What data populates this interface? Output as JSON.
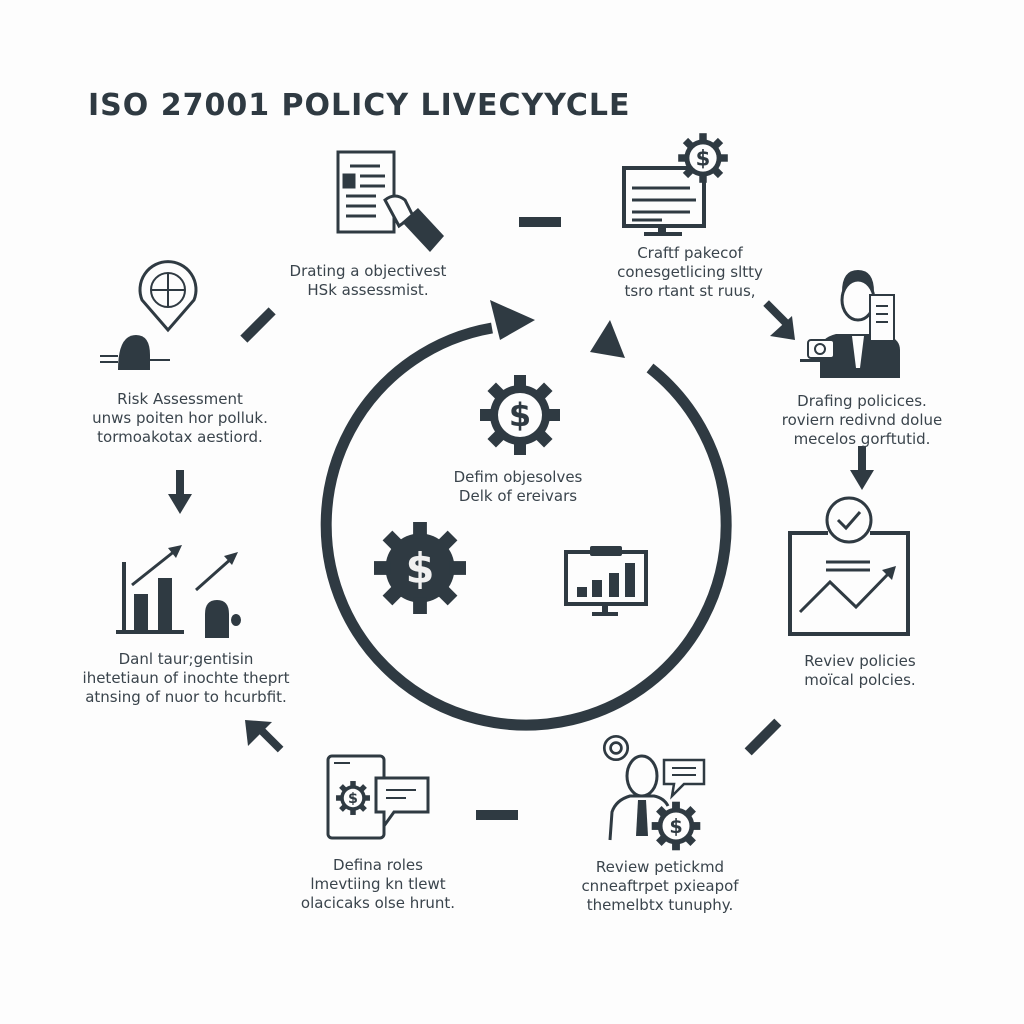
{
  "title": "ISO 27001 POLICY LIVECYYCLE",
  "colors": {
    "ink": "#2f3a42",
    "background": "#fdfdfd",
    "text": "#3a444c"
  },
  "center": {
    "label": [
      "Defim objesolves",
      "Delk of ereivars"
    ],
    "icons": [
      "dollar-gear-icon",
      "dollar-gear-solid-icon",
      "monitor-bar-chart-icon"
    ]
  },
  "steps": [
    {
      "id": "top-left",
      "icon": "document-hand-icon",
      "label": [
        "Drating a objectivest",
        "HSk assessmist."
      ]
    },
    {
      "id": "top-right",
      "icon": "monitor-dollar-gear-icon",
      "label": [
        "Craftf pakecof",
        "conesgetlicing sltty",
        "tsro rtant st ruus,"
      ]
    },
    {
      "id": "left-upper",
      "icon": "location-globe-person-icon",
      "label": [
        "Risk Assessment",
        "unws poiten hor polluk.",
        "tormoakotax aestiord."
      ]
    },
    {
      "id": "right-upper",
      "icon": "businessman-document-icon",
      "label": [
        "Drafing policices.",
        "roviern redivnd dolue",
        "mecelos gorftutid."
      ]
    },
    {
      "id": "left-lower",
      "icon": "bar-chart-growth-icon",
      "label": [
        "Danl taur;gentisin",
        "ihetetiaun of inochte theprt",
        "atnsing of nuor to hcurbfit."
      ]
    },
    {
      "id": "right-lower",
      "icon": "review-chart-check-icon",
      "label": [
        "Reviev policies",
        "moïcal polcies."
      ]
    },
    {
      "id": "bottom-left",
      "icon": "tablet-dollar-chat-icon",
      "label": [
        "Defina roles",
        "lmevtiing kn tlewt",
        "olacicaks olse hrunt."
      ]
    },
    {
      "id": "bottom-right",
      "icon": "person-gear-dollar-chat-icon",
      "label": [
        "Review petickmd",
        "cnneaftrpet pxieapof",
        "themelbtx tunuphy."
      ]
    }
  ]
}
